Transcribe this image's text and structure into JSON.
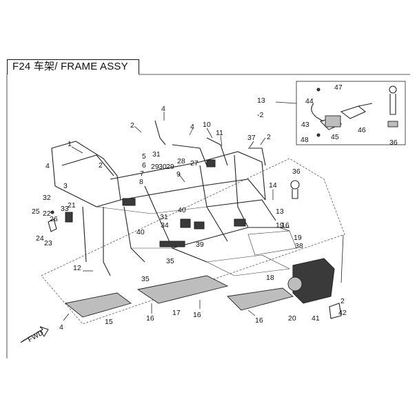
{
  "header": {
    "title": "F24 车架/ FRAME ASSY"
  },
  "labels": [
    {
      "id": "1",
      "text": "1"
    },
    {
      "id": "2a",
      "text": "2"
    },
    {
      "id": "2b",
      "text": "2"
    },
    {
      "id": "2c",
      "text": "2"
    },
    {
      "id": "2d",
      "text": "2"
    },
    {
      "id": "3",
      "text": "3"
    },
    {
      "id": "4a",
      "text": "4"
    },
    {
      "id": "4b",
      "text": "4"
    },
    {
      "id": "4c",
      "text": "4"
    },
    {
      "id": "4d",
      "text": "4"
    },
    {
      "id": "5",
      "text": "5"
    },
    {
      "id": "6",
      "text": "6"
    },
    {
      "id": "7",
      "text": "7"
    },
    {
      "id": "8",
      "text": "8"
    },
    {
      "id": "9",
      "text": "9"
    },
    {
      "id": "10",
      "text": "10"
    },
    {
      "id": "11",
      "text": "11"
    },
    {
      "id": "12",
      "text": "12"
    },
    {
      "id": "13a",
      "text": "13"
    },
    {
      "id": "13b",
      "text": "13"
    },
    {
      "id": "14",
      "text": "14"
    },
    {
      "id": "15",
      "text": "15"
    },
    {
      "id": "16a",
      "text": "16"
    },
    {
      "id": "16b",
      "text": "16"
    },
    {
      "id": "16c",
      "text": "16"
    },
    {
      "id": "16d",
      "text": "16"
    },
    {
      "id": "17",
      "text": "17"
    },
    {
      "id": "18",
      "text": "18"
    },
    {
      "id": "19a",
      "text": "19"
    },
    {
      "id": "19b",
      "text": "19"
    },
    {
      "id": "20",
      "text": "20"
    },
    {
      "id": "21",
      "text": "21"
    },
    {
      "id": "22",
      "text": "22"
    },
    {
      "id": "23",
      "text": "23"
    },
    {
      "id": "24",
      "text": "24"
    },
    {
      "id": "25",
      "text": "25"
    },
    {
      "id": "26",
      "text": "26"
    },
    {
      "id": "27",
      "text": "27"
    },
    {
      "id": "28",
      "text": "28"
    },
    {
      "id": "29a",
      "text": "29"
    },
    {
      "id": "29b",
      "text": "29"
    },
    {
      "id": "30",
      "text": "30"
    },
    {
      "id": "31a",
      "text": "31"
    },
    {
      "id": "31b",
      "text": "31"
    },
    {
      "id": "32",
      "text": "32"
    },
    {
      "id": "33",
      "text": "33"
    },
    {
      "id": "34",
      "text": "34"
    },
    {
      "id": "35a",
      "text": "35"
    },
    {
      "id": "35b",
      "text": "35"
    },
    {
      "id": "36a",
      "text": "36"
    },
    {
      "id": "36b",
      "text": "36"
    },
    {
      "id": "37",
      "text": "37"
    },
    {
      "id": "38",
      "text": "38"
    },
    {
      "id": "39",
      "text": "39"
    },
    {
      "id": "40a",
      "text": "40"
    },
    {
      "id": "40b",
      "text": "40"
    },
    {
      "id": "41",
      "text": "41"
    },
    {
      "id": "42",
      "text": "42"
    },
    {
      "id": "43",
      "text": "43"
    },
    {
      "id": "44",
      "text": "44"
    },
    {
      "id": "45",
      "text": "45"
    },
    {
      "id": "46",
      "text": "46"
    },
    {
      "id": "47",
      "text": "47"
    },
    {
      "id": "48",
      "text": "48"
    },
    {
      "id": "m2",
      "text": "-2"
    }
  ],
  "fwd_label": "FWD",
  "colors": {
    "ink": "#222222",
    "fill_dark": "#3a3a3a",
    "fill_grey": "#bdbdbd",
    "background": "#ffffff"
  }
}
